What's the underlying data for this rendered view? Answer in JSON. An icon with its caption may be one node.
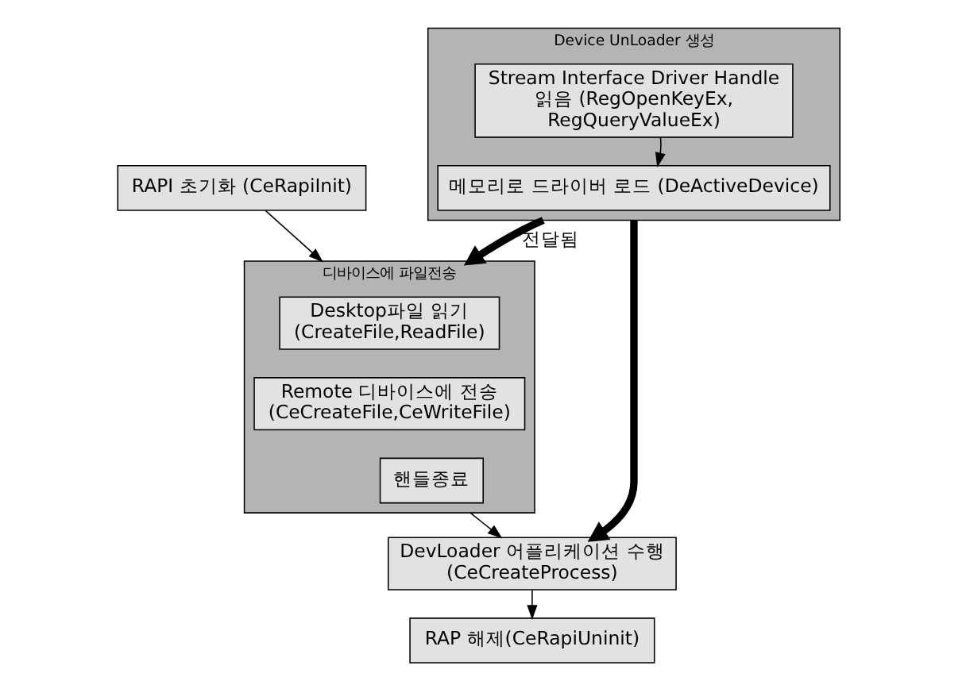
{
  "diagram": {
    "nodes": [
      {
        "text": [
          "RAPI 초기화 (CeRapiInit)"
        ]
      },
      {
        "text": [
          "디바이스에 파일전송"
        ]
      },
      {
        "text": [
          "Desktop파일 읽기 (CreateFile,ReadFile)"
        ],
        "in": 1
      },
      {
        "text": [
          "Remote 디바이스에 전송 (CeCreateFile,CeWriteFile)"
        ],
        "in": 1
      },
      {
        "text": [
          "핸들종료"
        ],
        "in": 1
      },
      {
        "text": [
          "DevLoader 어플리케이션 수행 (CeCreateProcess)"
        ]
      },
      {
        "text": [
          "RAP 해제(CeRapiUninit)"
        ]
      },
      {
        "text": [
          "Device UnLoader 생성"
        ]
      },
      {
        "text": [
          "Stream Interface Driver Handle 읽음 (RegOpenKeyEx, RegQueryValueEx)"
        ],
        "in": 7
      },
      {
        "text": [
          "메모리로 드라이버 로드 (DeActiveDevice)"
        ],
        "in": 7
      }
    ],
    "edges": [
      {
        "from": 0,
        "to": 1,
        "arrow": "to"
      },
      {
        "from": 1,
        "to": 5,
        "arrow": "to"
      },
      {
        "from": 5,
        "to": 6,
        "arrow": "to"
      },
      {
        "from": 7,
        "to": 1,
        "arrow": "to",
        "label": "전달됨",
        "style": "thick"
      },
      {
        "from": 7,
        "to": 5,
        "arrow": "to",
        "style": "thick"
      },
      {
        "from": 8,
        "to": 9,
        "arrow": "to"
      }
    ]
  }
}
